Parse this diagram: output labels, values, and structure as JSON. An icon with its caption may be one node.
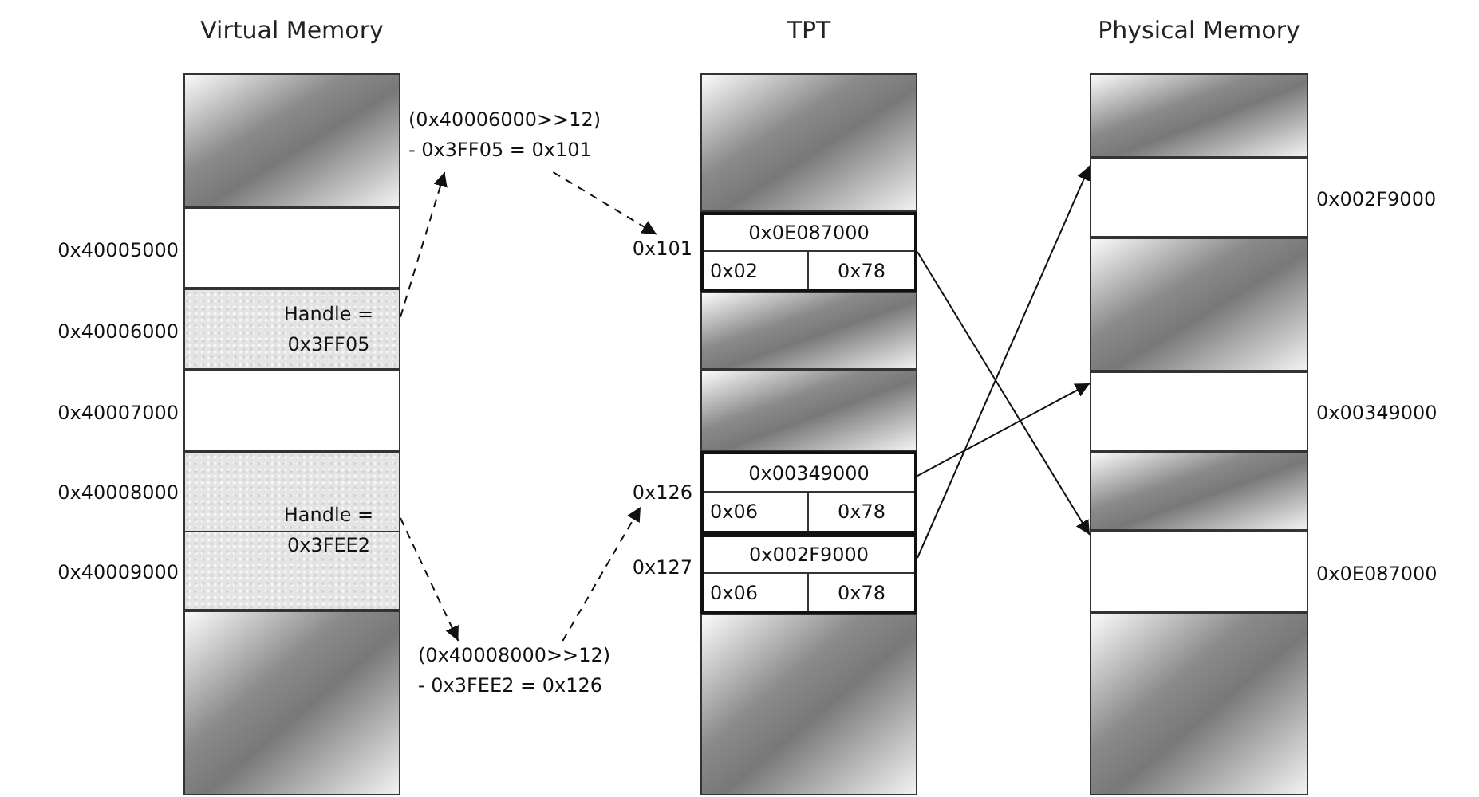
{
  "diagram": {
    "nodes": [
      {
        "text": [
          "Virtual Memory"
        ]
      },
      {
        "text": [],
        "shape": "box",
        "in": 0
      },
      {
        "text": [],
        "shape": "box",
        "in": 0,
        "beside": [
          "0x40005000"
        ]
      },
      {
        "text": [
          "Handle = 0x3FF05"
        ],
        "in": 0,
        "beside": [
          "0x40006000"
        ]
      },
      {
        "text": [],
        "shape": "box",
        "in": 0,
        "beside": [
          "0x40007000"
        ]
      },
      {
        "text": [
          "Handle = 0x3FEE2"
        ],
        "in": 0,
        "beside": [
          "0x40008000",
          "0x40009000"
        ]
      },
      {
        "text": [],
        "shape": "box",
        "in": 0
      },
      {
        "text": [
          "(0x40006000>>12) - 0x3FF05 = 0x101"
        ]
      },
      {
        "text": [
          "0x101"
        ]
      },
      {
        "text": [
          "(0x40008000>>12) - 0x3FEE2 = 0x126"
        ]
      },
      {
        "text": [
          "0x126"
        ]
      },
      {
        "text": [
          "TPT"
        ]
      },
      {
        "text": [],
        "shape": "box",
        "in": 11
      },
      {
        "text": [
          "0x0E087000",
          "0x02",
          "0x78"
        ],
        "in": 11
      },
      {
        "text": [],
        "shape": "box",
        "in": 11
      },
      {
        "text": [],
        "shape": "box",
        "in": 11
      },
      {
        "text": [
          "0x00349000",
          "0x06",
          "0x78"
        ],
        "in": 11
      },
      {
        "text": [
          "0x002F9000",
          "0x06",
          "0x78"
        ],
        "in": 11
      },
      {
        "text": [],
        "shape": "box",
        "in": 11
      },
      {
        "text": [
          "Physical Memory"
        ]
      },
      {
        "text": [],
        "shape": "box",
        "in": 19
      },
      {
        "text": [],
        "shape": "box",
        "in": 19,
        "beside": [
          "0x002F9000"
        ]
      },
      {
        "text": [],
        "shape": "box",
        "in": 19
      },
      {
        "text": [],
        "shape": "box",
        "in": 19,
        "beside": [
          "0x00349000"
        ]
      },
      {
        "text": [],
        "shape": "box",
        "in": 19
      },
      {
        "text": [],
        "shape": "box",
        "in": 19,
        "beside": [
          "0x0E087000"
        ]
      },
      {
        "text": [],
        "shape": "box",
        "in": 19
      }
    ],
    "edges": [
      {
        "from": 3,
        "to": 7,
        "arrow": "to",
        "style": "dashed"
      },
      {
        "from": 7,
        "to": 8,
        "arrow": "to",
        "style": "dashed"
      },
      {
        "from": 5,
        "to": 9,
        "arrow": "to",
        "style": "dashed"
      },
      {
        "from": 9,
        "to": 10,
        "arrow": "to",
        "style": "dashed"
      },
      {
        "from": 13,
        "to": 25,
        "arrow": "to"
      },
      {
        "from": 16,
        "to": 23,
        "arrow": "to"
      },
      {
        "from": 17,
        "to": 21,
        "arrow": "to"
      }
    ],
    "labels": [
      "0x127"
    ]
  }
}
